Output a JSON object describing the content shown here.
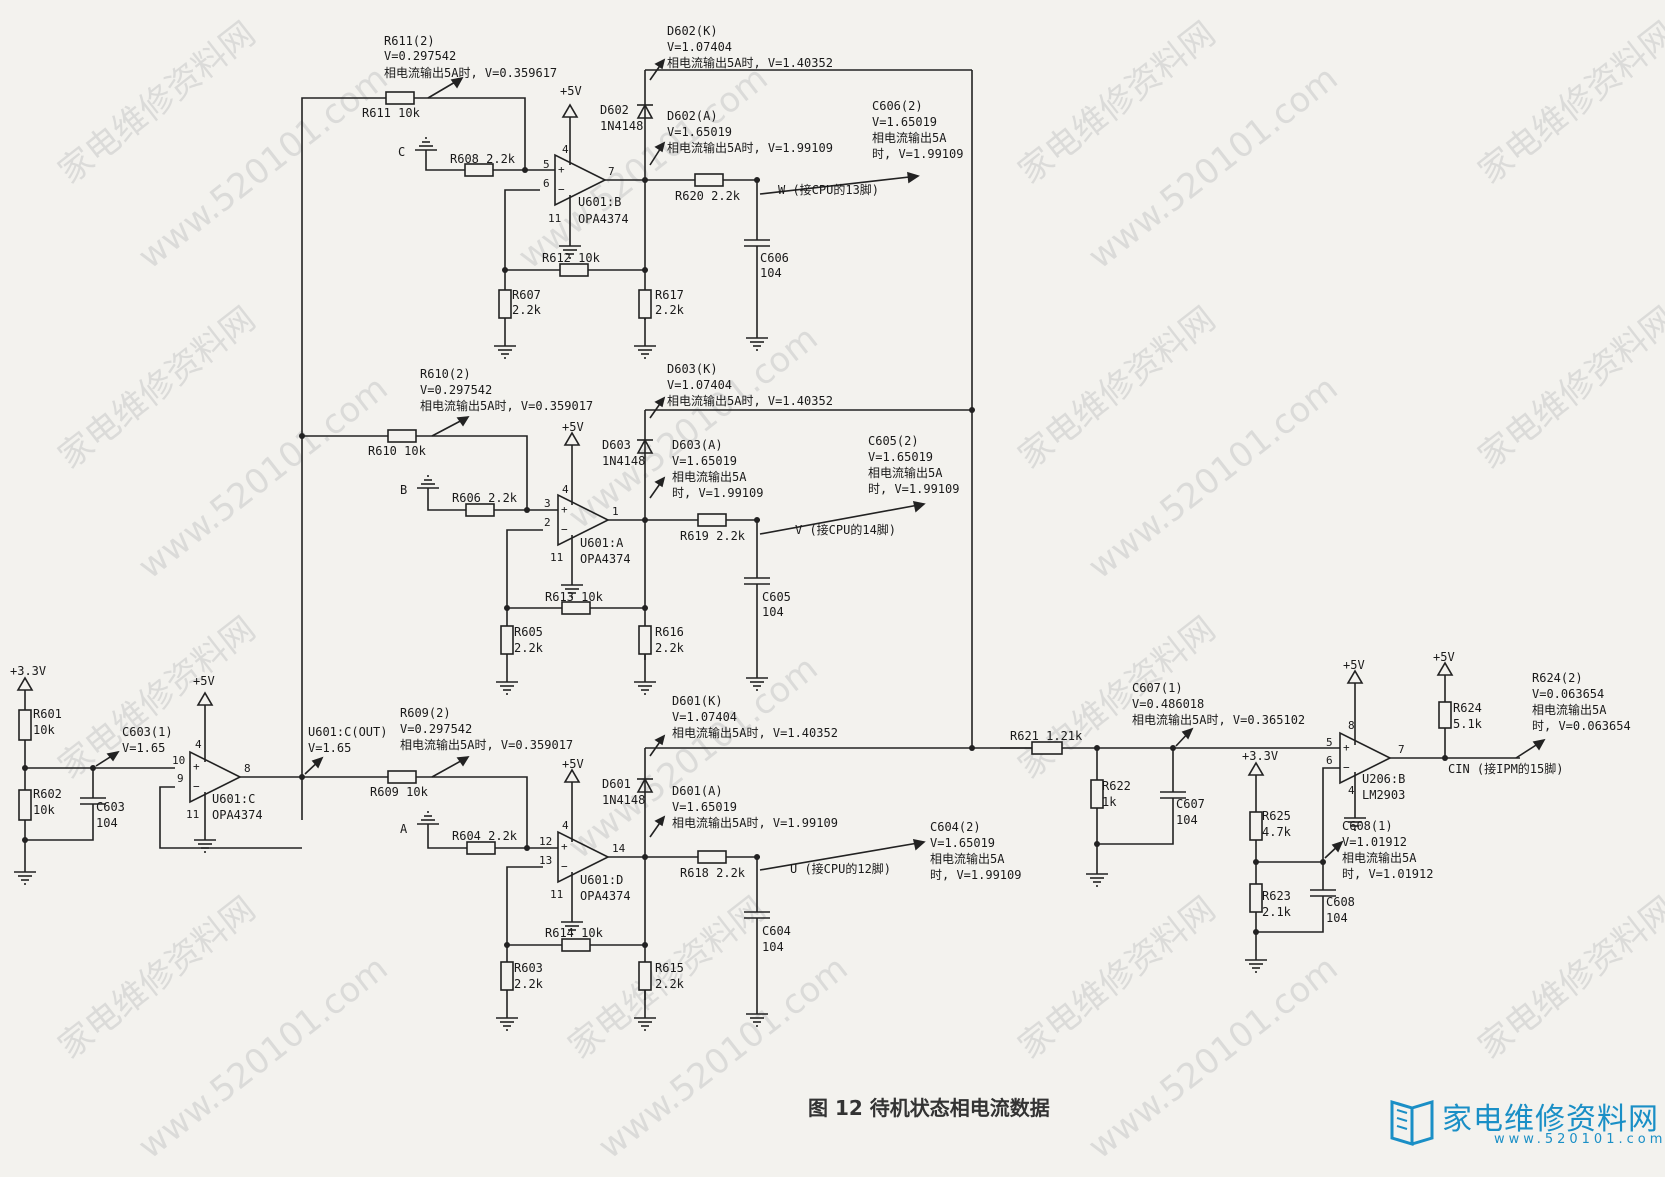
{
  "caption": "图 12  待机状态相电流数据",
  "brand": {
    "name": "家电维修资料网",
    "url": "www.520101.com"
  },
  "watermark": {
    "site_cn": "家电维修资料网",
    "site_url": "www.520101.com"
  },
  "colors": {
    "ink": "#222222",
    "paper": "#f3f2ee",
    "brand": "#1a8fc6",
    "watermark": "#c9c9c9"
  },
  "labels": {
    "r611_probe": "R611(2)",
    "r611_v": "V=0.297542",
    "r611_5a": "相电流输出5A时, V=0.359617",
    "r611": "R611  10k",
    "d602k_probe": "D602(K)",
    "d602k_v": "V=1.07404",
    "d602k_5a": "相电流输出5A时, V=1.40352",
    "plus5_b": "+5V",
    "d602": "D602",
    "d602_part": "1N4148",
    "d602a_probe": "D602(A)",
    "d602a_v": "V=1.65019",
    "d602a_5a": "相电流输出5A时, V=1.99109",
    "c606_probe": "C606(2)",
    "c606_v": "V=1.65019",
    "c606_5a1": "相电流输出5A",
    "c606_5a2": "时, V=1.99109",
    "in_c": "C",
    "r608": "R608  2.2k",
    "u601b": "U601:B",
    "u601b_part": "OPA4374",
    "r620": "R620  2.2k",
    "w_out": "W (接CPU的13脚)",
    "c606": "C606",
    "c606_val": "104",
    "r612": "R612  10k",
    "r607": "R607",
    "r607_val": "2.2k",
    "r617": "R617",
    "r617_val": "2.2k",
    "r610_probe": "R610(2)",
    "r610_v": "V=0.297542",
    "r610_5a": "相电流输出5A时, V=0.359017",
    "r610": "R610  10k",
    "d603k_probe": "D603(K)",
    "d603k_v": "V=1.07404",
    "d603k_5a": "相电流输出5A时, V=1.40352",
    "plus5_a": "+5V",
    "d603": "D603",
    "d603_part": "1N4148",
    "d603a_probe": "D603(A)",
    "d603a_v": "V=1.65019",
    "d603a_5a1": "相电流输出5A",
    "d603a_5a2": "时, V=1.99109",
    "c605_probe": "C605(2)",
    "c605_v": "V=1.65019",
    "c605_5a1": "相电流输出5A",
    "c605_5a2": "时, V=1.99109",
    "in_b": "B",
    "r606": "R606  2.2k",
    "u601a": "U601:A",
    "u601a_part": "OPA4374",
    "r619": "R619  2.2k",
    "v_out": "V (接CPU的14脚)",
    "c605": "C605",
    "c605_val": "104",
    "r613": "R613  10k",
    "r605": "R605",
    "r605_val": "2.2k",
    "r616": "R616",
    "r616_val": "2.2k",
    "plus33_left": "+3.3V",
    "r601": "R601",
    "r601_val": "10k",
    "c603_probe": "C603(1)",
    "c603_v": "V=1.65",
    "plus5_c": "+5V",
    "r602": "R602",
    "r602_val": "10k",
    "c603": "C603",
    "c603_val": "104",
    "u601c": "U601:C",
    "u601c_part": "OPA4374",
    "u601c_out_probe": "U601:C(OUT)",
    "u601c_out_v": "V=1.65",
    "r609_probe": "R609(2)",
    "r609_v": "V=0.297542",
    "r609_5a": "相电流输出5A时, V=0.359017",
    "r609": "R609  10k",
    "d601k_probe": "D601(K)",
    "d601k_v": "V=1.07404",
    "d601k_5a": "相电流输出5A时, V=1.40352",
    "plus5_d": "+5V",
    "d601": "D601",
    "d601_part": "1N4148",
    "d601a_probe": "D601(A)",
    "d601a_v": "V=1.65019",
    "d601a_5a": "相电流输出5A时, V=1.99109",
    "c604_probe": "C604(2)",
    "c604_v": "V=1.65019",
    "c604_5a1": "相电流输出5A",
    "c604_5a2": "时, V=1.99109",
    "in_a": "A",
    "r604": "R604  2.2k",
    "u601d": "U601:D",
    "u601d_part": "OPA4374",
    "r618": "R618  2.2k",
    "u_out": "U (接CPU的12脚)",
    "c604": "C604",
    "c604_val": "104",
    "r614": "R614  10k",
    "r603": "R603",
    "r603_val": "2.2k",
    "r615": "R615",
    "r615_val": "2.2k",
    "r621": "R621  1.21k",
    "c607_probe": "C607(1)",
    "c607_v": "V=0.486018",
    "c607_5a": "相电流输出5A时, V=0.365102",
    "r622": "R622",
    "r622_val": "1k",
    "c607": "C607",
    "c607_val": "104",
    "plus33_right": "+3.3V",
    "r625": "R625",
    "r625_val": "4.7k",
    "r623": "R623",
    "r623_val": "2.1k",
    "c608_probe": "C608(1)",
    "c608_v": "V=1.01912",
    "c608_5a1": "相电流输出5A",
    "c608_5a2": "时, V=1.01912",
    "c608": "C608",
    "c608_val": "104",
    "plus5_u206": "+5V",
    "u206b": "U206:B",
    "u206b_part": "LM2903",
    "plus5_r624": "+5V",
    "r624": "R624",
    "r624_val": "5.1k",
    "r624_probe": "R624(2)",
    "r624_v": "V=0.063654",
    "r624_5a1": "相电流输出5A",
    "r624_5a2": "时, V=0.063654",
    "cin_out": "CIN (接IPM的15脚)"
  },
  "pins": {
    "b_p5": "5",
    "b_p6": "6",
    "b_p7": "7",
    "b_p4": "4",
    "b_p11": "11",
    "a_p3": "3",
    "a_p2": "2",
    "a_p1": "1",
    "a_p4": "4",
    "a_p11": "11",
    "c_p10": "10",
    "c_p9": "9",
    "c_p8": "8",
    "c_p4": "4",
    "c_p11": "11",
    "d_p12": "12",
    "d_p13": "13",
    "d_p14": "14",
    "d_p4": "4",
    "d_p11": "11",
    "e_p5": "5",
    "e_p6": "6",
    "e_p7": "7",
    "e_p8": "8",
    "e_p4": "4"
  }
}
